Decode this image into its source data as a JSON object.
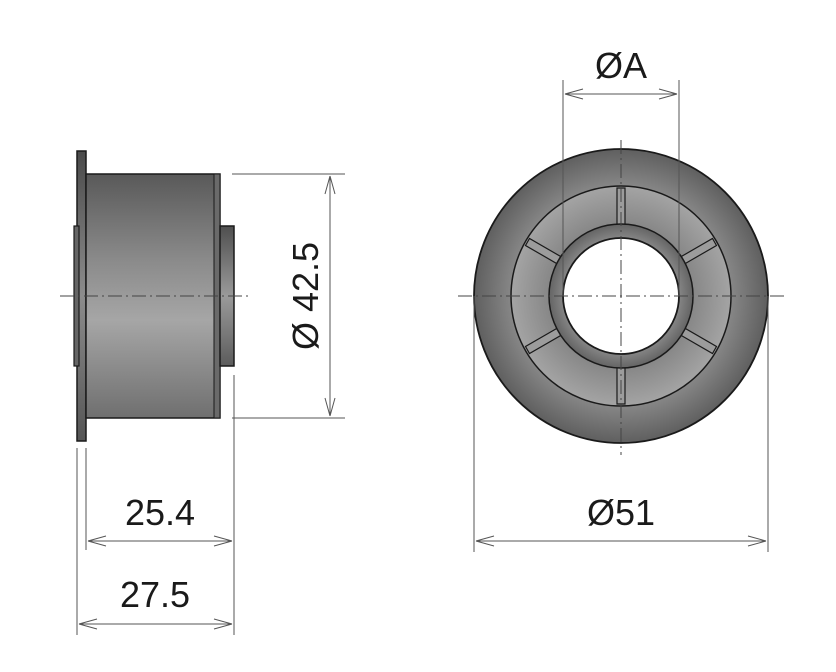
{
  "dimensions": {
    "length_inner": "25.4",
    "length_total": "27.5",
    "side_diameter": "Ø 42.5",
    "bore_diameter": "ØA",
    "outer_diameter": "Ø51"
  },
  "colors": {
    "line": "#1a1a1a",
    "dim_line": "#555555",
    "body_dark": "#5a5a5a",
    "body_mid": "#7b7b7b",
    "body_light": "#a5a5a5"
  }
}
